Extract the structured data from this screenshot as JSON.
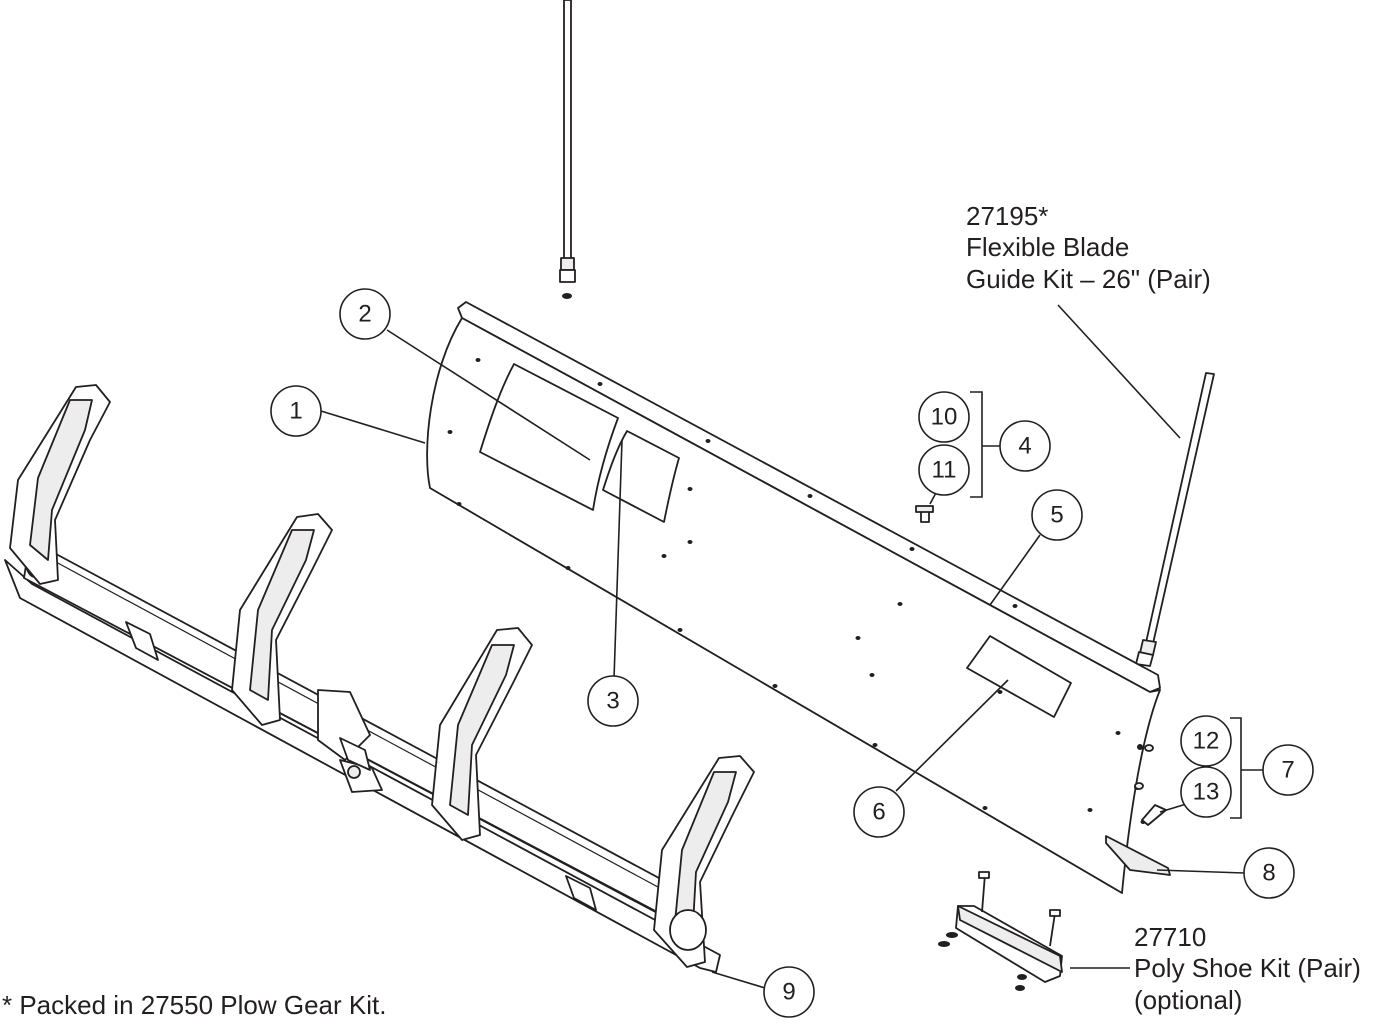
{
  "callouts": [
    "1",
    "2",
    "3",
    "4",
    "5",
    "6",
    "7",
    "8",
    "9",
    "10",
    "11",
    "12",
    "13"
  ],
  "labels": {
    "guide_kit": {
      "line1": "27195*",
      "line2": "Flexible Blade",
      "line3": "Guide Kit – 26\" (Pair)"
    },
    "poly_shoe": {
      "line1": "27710",
      "line2": "Poly Shoe Kit (Pair)",
      "line3": "(optional)"
    },
    "footnote": "* Packed in 27550 Plow Gear Kit."
  }
}
